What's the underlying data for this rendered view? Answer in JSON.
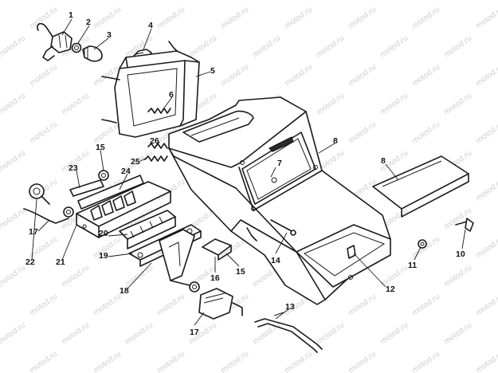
{
  "watermark": "motod.ru",
  "callouts": [
    {
      "id": "c1",
      "text": "1"
    },
    {
      "id": "c2",
      "text": "2"
    },
    {
      "id": "c3",
      "text": "3"
    },
    {
      "id": "c4",
      "text": "4"
    },
    {
      "id": "c5",
      "text": "5"
    },
    {
      "id": "c6",
      "text": "6"
    },
    {
      "id": "c7",
      "text": "7"
    },
    {
      "id": "c8a",
      "text": "8"
    },
    {
      "id": "c8b",
      "text": "8"
    },
    {
      "id": "c10",
      "text": "10"
    },
    {
      "id": "c11",
      "text": "11"
    },
    {
      "id": "c12",
      "text": "12"
    },
    {
      "id": "c13",
      "text": "13"
    },
    {
      "id": "c14",
      "text": "14"
    },
    {
      "id": "c15a",
      "text": "15"
    },
    {
      "id": "c15b",
      "text": "15"
    },
    {
      "id": "c16",
      "text": "16"
    },
    {
      "id": "c17a",
      "text": "17"
    },
    {
      "id": "c17b",
      "text": "17"
    },
    {
      "id": "c18",
      "text": "18"
    },
    {
      "id": "c19",
      "text": "19"
    },
    {
      "id": "c20",
      "text": "20"
    },
    {
      "id": "c21",
      "text": "21"
    },
    {
      "id": "c22",
      "text": "22"
    },
    {
      "id": "c23",
      "text": "23"
    },
    {
      "id": "c24",
      "text": "24"
    },
    {
      "id": "c25",
      "text": "25"
    },
    {
      "id": "c26",
      "text": "26"
    }
  ]
}
